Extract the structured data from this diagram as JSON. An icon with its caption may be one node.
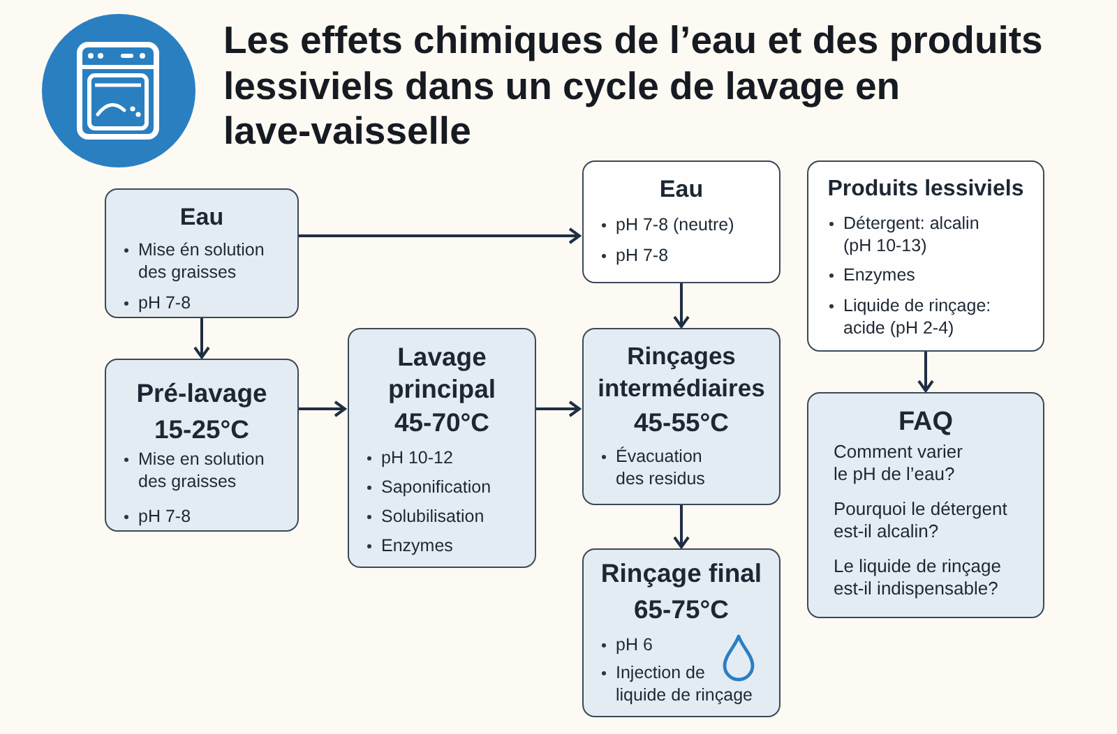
{
  "diagram": {
    "title": "Les effets chimiques de l’eau et des produits lessiviels dans un cycle de lavage en lave-vaisselle",
    "nodes": [
      {
        "text": [
          "Eau",
          "Mise én solution des graisses",
          "pH 7-8"
        ]
      },
      {
        "text": [
          "Pré-lavage",
          "15-25°C",
          "Mise en solution des graisses",
          "pH 7-8"
        ]
      },
      {
        "text": [
          "Lavage principal",
          "45-70°C",
          "pH 10-12",
          "Saponification",
          "Solubilisation",
          "Enzymes"
        ]
      },
      {
        "text": [
          "Eau",
          "pH 7-8 (neutre)",
          "pH 7-8"
        ]
      },
      {
        "text": [
          "Rinçages intermédiaires",
          "45-55°C",
          "Évacuation des residus"
        ]
      },
      {
        "text": [
          "Produits lessiviels",
          "Détergent: alcalin (pH 10-13)",
          "Enzymes",
          "Liquide de rinçage: acide (pH 2-4)"
        ]
      },
      {
        "text": [
          "FAQ",
          "Comment varier le pH de l’eau?",
          "Pourquoi le détergent est-il alcalin?",
          "Le liquide de rinçage est-il indispensable?"
        ]
      },
      {
        "text": [
          "Rinçage final",
          "65-75°C",
          "pH 6",
          "Injection de liquide de rinçage"
        ]
      }
    ],
    "edges": [
      {
        "from": 0,
        "to": 1,
        "arrow": "to"
      },
      {
        "from": 0,
        "to": 3,
        "arrow": "to"
      },
      {
        "from": 1,
        "to": 2,
        "arrow": "to"
      },
      {
        "from": 2,
        "to": 4,
        "arrow": "to"
      },
      {
        "from": 3,
        "to": 4,
        "arrow": "to"
      },
      {
        "from": 4,
        "to": 7,
        "arrow": "to"
      },
      {
        "from": 5,
        "to": 6,
        "arrow": "to"
      }
    ]
  }
}
